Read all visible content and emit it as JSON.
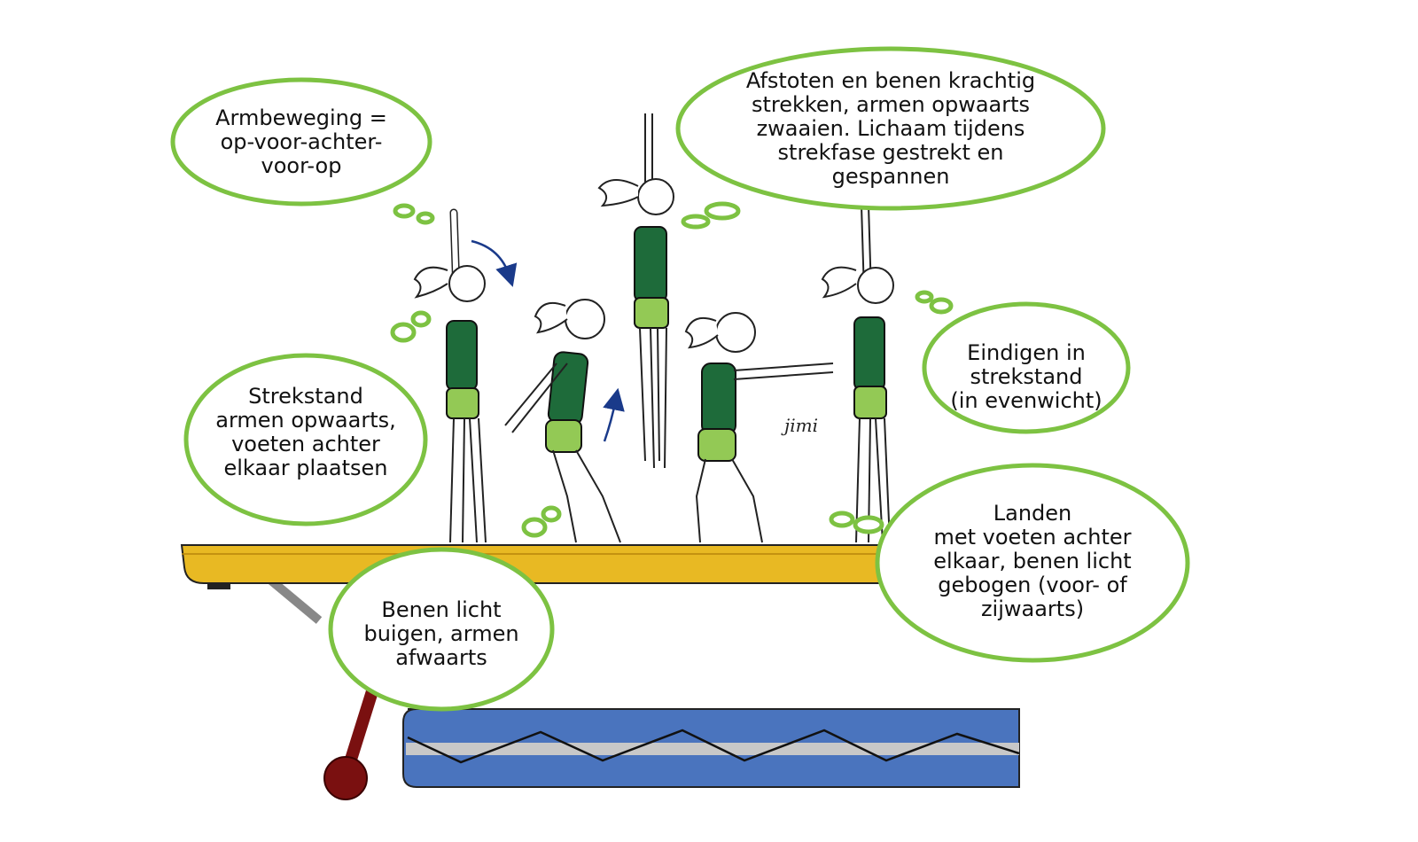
{
  "diagram": {
    "signature": "jimi",
    "bubbles": {
      "armbeweging": [
        "Armbeweging =",
        "op-voor-achter-",
        "voor-op"
      ],
      "strekstand": [
        "Strekstand",
        "armen opwaarts,",
        "voeten achter",
        "elkaar plaatsen"
      ],
      "benen": [
        "Benen licht",
        "buigen, armen",
        "afwaarts"
      ],
      "afstoten": [
        "Afstoten en benen krachtig",
        "strekken, armen opwaarts",
        "zwaaien. Lichaam tijdens",
        "strekfase gestrekt en",
        "gespannen"
      ],
      "eindigen": [
        "Eindigen in",
        "strekstand",
        "(in evenwicht)"
      ],
      "landen": [
        "Landen",
        "met voeten achter",
        "elkaar, benen licht",
        "gebogen (voor- of",
        "zijwaarts)"
      ]
    },
    "colors": {
      "bubble_stroke": "#7dc242",
      "leotard": "#1e6b3a",
      "shorts": "#93c955",
      "beam": "#e8b923",
      "beam_leg": "#7a1010",
      "mat": "#4a74be",
      "arrow": "#1a3a8a"
    }
  }
}
